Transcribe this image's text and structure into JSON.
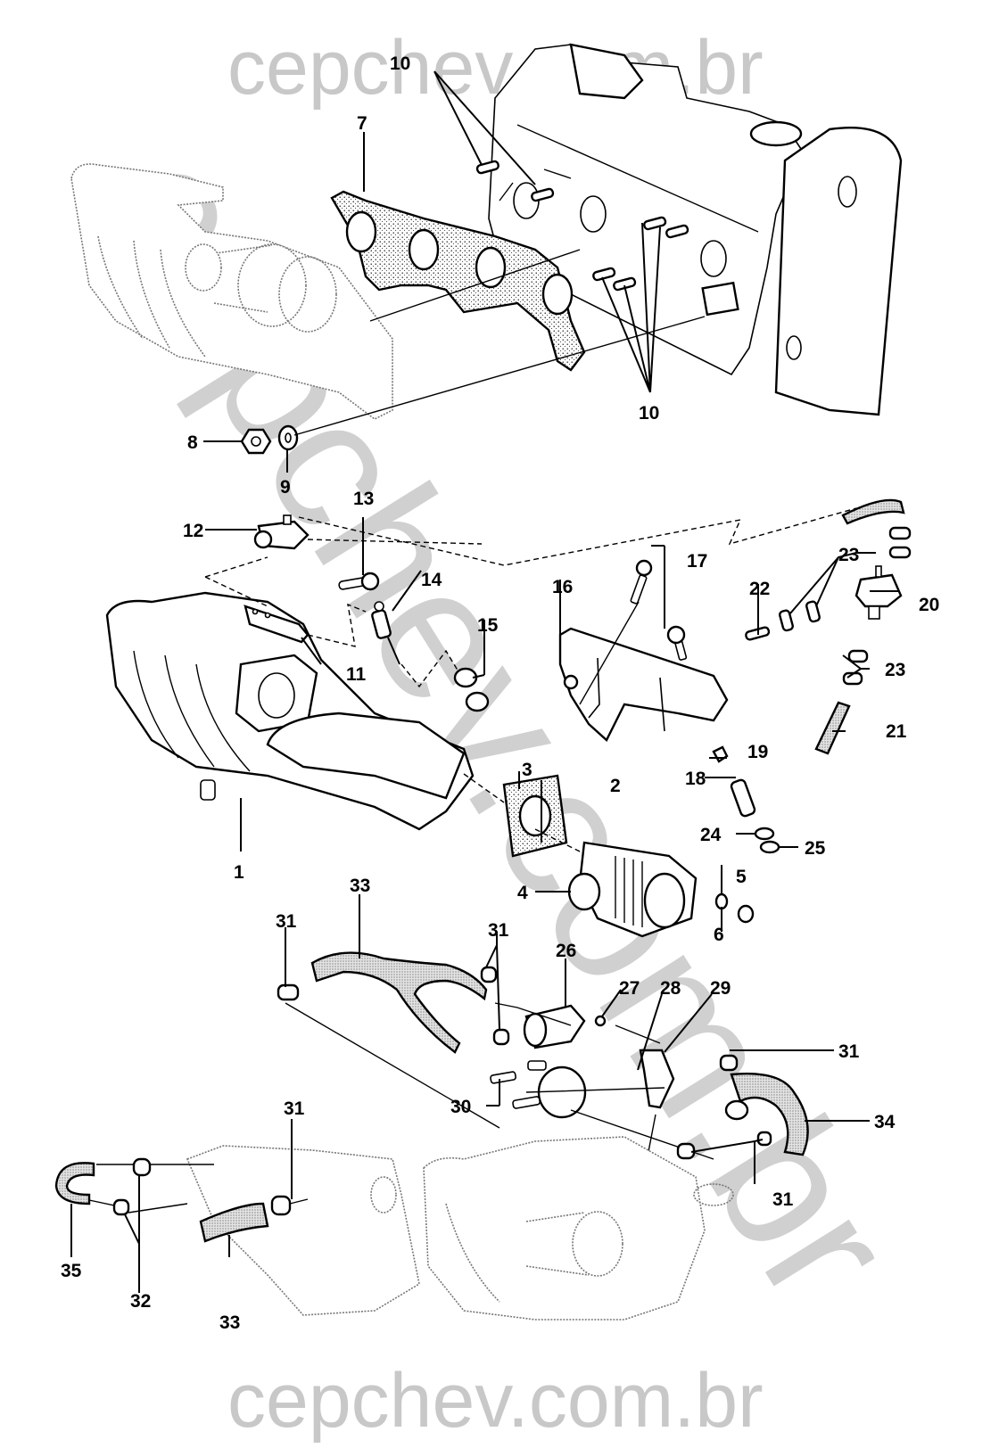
{
  "watermark": {
    "top": "cepchev.com.br",
    "bottom": "cepchev.com.br",
    "diagonal": "cepchev.com.br"
  },
  "diagram": {
    "type": "exploded parts diagram",
    "subject": "intake manifold, throttle body and fuel rail assembly",
    "callouts": [
      {
        "id": "c1",
        "label": "1"
      },
      {
        "id": "c2",
        "label": "2"
      },
      {
        "id": "c3",
        "label": "3"
      },
      {
        "id": "c4",
        "label": "4"
      },
      {
        "id": "c5",
        "label": "5"
      },
      {
        "id": "c6",
        "label": "6"
      },
      {
        "id": "c7",
        "label": "7"
      },
      {
        "id": "c8",
        "label": "8"
      },
      {
        "id": "c9",
        "label": "9"
      },
      {
        "id": "c10a",
        "label": "10"
      },
      {
        "id": "c10b",
        "label": "10"
      },
      {
        "id": "c11",
        "label": "11"
      },
      {
        "id": "c12",
        "label": "12"
      },
      {
        "id": "c13",
        "label": "13"
      },
      {
        "id": "c14",
        "label": "14"
      },
      {
        "id": "c15",
        "label": "15"
      },
      {
        "id": "c16",
        "label": "16"
      },
      {
        "id": "c17",
        "label": "17"
      },
      {
        "id": "c18",
        "label": "18"
      },
      {
        "id": "c19",
        "label": "19"
      },
      {
        "id": "c20",
        "label": "20"
      },
      {
        "id": "c21",
        "label": "21"
      },
      {
        "id": "c22",
        "label": "22"
      },
      {
        "id": "c23a",
        "label": "23"
      },
      {
        "id": "c23b",
        "label": "23"
      },
      {
        "id": "c24",
        "label": "24"
      },
      {
        "id": "c25",
        "label": "25"
      },
      {
        "id": "c26",
        "label": "26"
      },
      {
        "id": "c27",
        "label": "27"
      },
      {
        "id": "c28",
        "label": "28"
      },
      {
        "id": "c29",
        "label": "29"
      },
      {
        "id": "c30",
        "label": "30"
      },
      {
        "id": "c31a",
        "label": "31"
      },
      {
        "id": "c31b",
        "label": "31"
      },
      {
        "id": "c31c",
        "label": "31"
      },
      {
        "id": "c31d",
        "label": "31"
      },
      {
        "id": "c31e",
        "label": "31"
      },
      {
        "id": "c32",
        "label": "32"
      },
      {
        "id": "c33a",
        "label": "33"
      },
      {
        "id": "c33b",
        "label": "33"
      },
      {
        "id": "c34",
        "label": "34"
      },
      {
        "id": "c35",
        "label": "35"
      }
    ]
  }
}
